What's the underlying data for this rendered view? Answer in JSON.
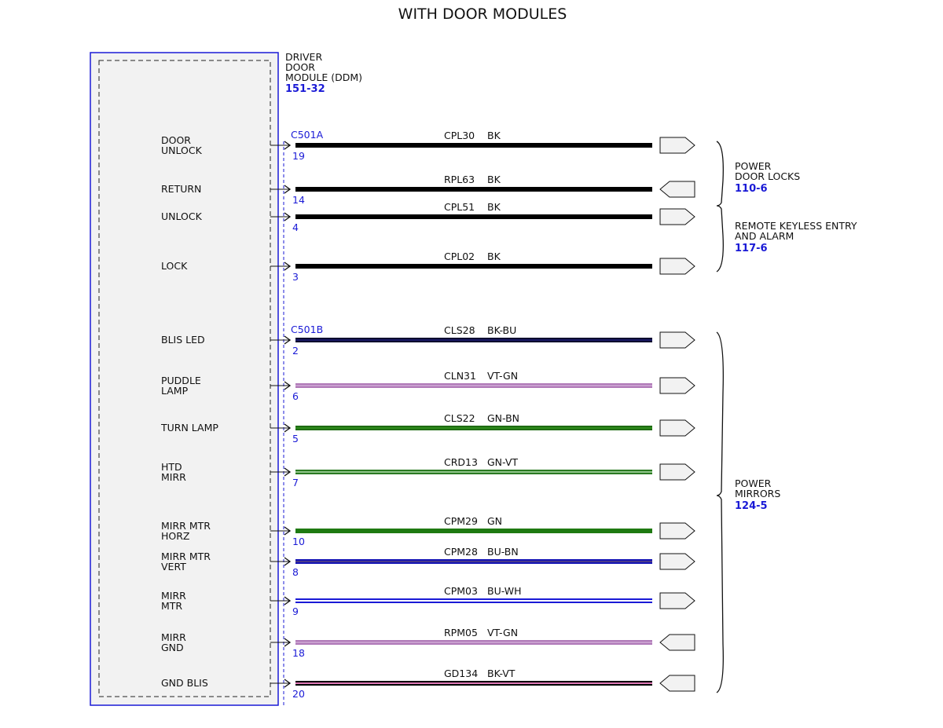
{
  "title": "WITH DOOR MODULES",
  "module": {
    "name_lines": [
      "DRIVER",
      "DOOR",
      "MODULE (DDM)"
    ],
    "ref": "151-32"
  },
  "connectors": [
    {
      "id": "C501A",
      "row": 0
    },
    {
      "id": "C501B",
      "row": 4
    }
  ],
  "circuits": [
    {
      "label": [
        "DOOR",
        "UNLOCK"
      ],
      "pin": "19",
      "circuit": "CPL30",
      "color_code": "BK",
      "colors": [
        "#000000"
      ],
      "dir": "out"
    },
    {
      "label": [
        "RETURN"
      ],
      "pin": "14",
      "circuit": "RPL63",
      "color_code": "BK",
      "colors": [
        "#000000"
      ],
      "dir": "in"
    },
    {
      "label": [
        "UNLOCK"
      ],
      "pin": "4",
      "circuit": "CPL51",
      "color_code": "BK",
      "colors": [
        "#000000"
      ],
      "dir": "out"
    },
    {
      "label": [
        "LOCK"
      ],
      "pin": "3",
      "circuit": "CPL02",
      "color_code": "BK",
      "colors": [
        "#000000"
      ],
      "dir": "out"
    },
    {
      "label": [
        "BLIS LED"
      ],
      "pin": "2",
      "circuit": "CLS28",
      "color_code": "BK-BU",
      "colors": [
        "#0a0a2e",
        "#1a1a66"
      ],
      "dir": "out"
    },
    {
      "label": [
        "PUDDLE",
        "LAMP"
      ],
      "pin": "6",
      "circuit": "CLN31",
      "color_code": "VT-GN",
      "colors": [
        "#b07ab8",
        "#c9a0cf"
      ],
      "dir": "out"
    },
    {
      "label": [
        "TURN LAMP"
      ],
      "pin": "5",
      "circuit": "CLS22",
      "color_code": "GN-BN",
      "colors": [
        "#1f6b12",
        "#2e8a1c"
      ],
      "dir": "out"
    },
    {
      "label": [
        "HTD",
        "MIRR"
      ],
      "pin": "7",
      "circuit": "CRD13",
      "color_code": "GN-VT",
      "colors": [
        "#2a7a22",
        "#8fc48a"
      ],
      "dir": "out"
    },
    {
      "label": [
        "MIRR MTR",
        "HORZ"
      ],
      "pin": "10",
      "circuit": "CPM29",
      "color_code": "GN",
      "colors": [
        "#1f7a12"
      ],
      "dir": "out"
    },
    {
      "label": [
        "MIRR MTR",
        "VERT"
      ],
      "pin": "8",
      "circuit": "CPM28",
      "color_code": "BU-BN",
      "colors": [
        "#1414b4",
        "#4a3a8a"
      ],
      "dir": "out"
    },
    {
      "label": [
        "MIRR",
        "MTR"
      ],
      "pin": "9",
      "circuit": "CPM03",
      "color_code": "BU-WH",
      "colors": [
        "#1a1ad6",
        "#ffffff"
      ],
      "dir": "out"
    },
    {
      "label": [
        "MIRR",
        "GND"
      ],
      "pin": "18",
      "circuit": "RPM05",
      "color_code": "VT-GN",
      "colors": [
        "#b07ab8",
        "#c9a0cf"
      ],
      "dir": "in"
    },
    {
      "label": [
        "GND BLIS"
      ],
      "pin": "20",
      "circuit": "GD134",
      "color_code": "BK-VT",
      "colors": [
        "#000000",
        "#e07ab8"
      ],
      "dir": "in"
    }
  ],
  "destinations": [
    {
      "lines": [
        "POWER",
        "DOOR LOCKS"
      ],
      "ref": "110-6"
    },
    {
      "lines": [
        "REMOTE KEYLESS ENTRY",
        "AND ALARM"
      ],
      "ref": "117-6"
    },
    {
      "lines": [
        "POWER",
        "MIRRORS"
      ],
      "ref": "124-5"
    }
  ],
  "colors": {
    "module_border": "#1a1ad6",
    "module_fill": "#f2f2f2",
    "ref_text": "#1a1ad6"
  }
}
